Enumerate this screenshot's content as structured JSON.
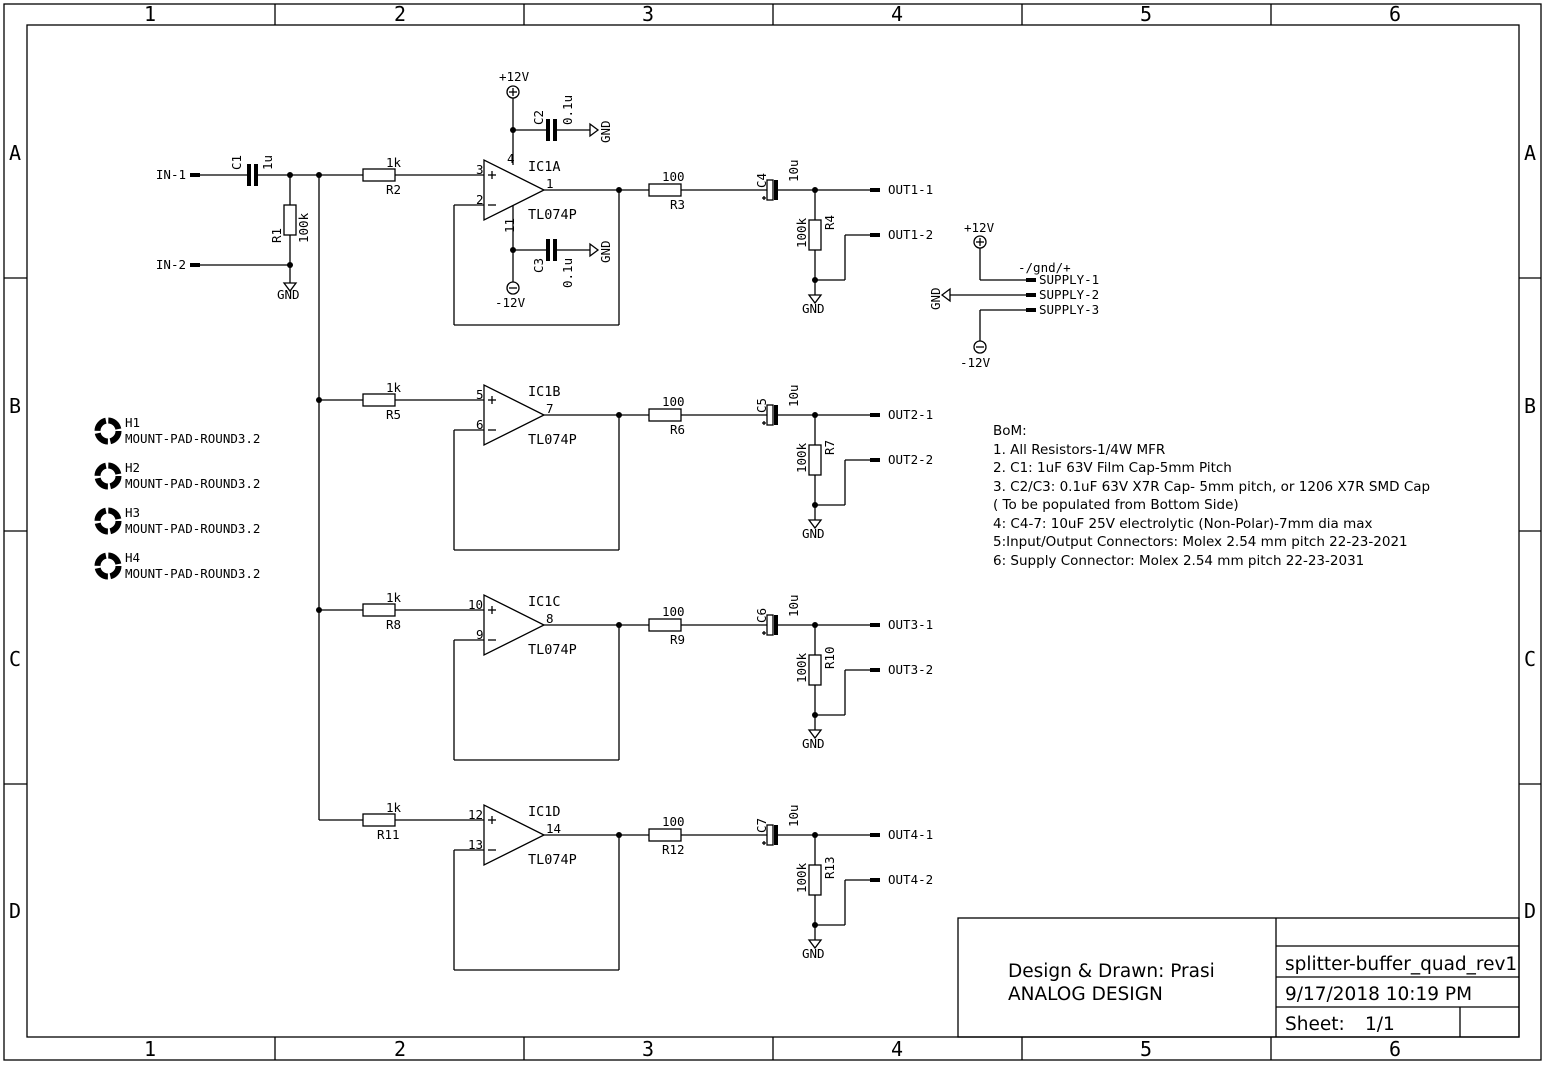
{
  "frame": {
    "col_labels": [
      "1",
      "2",
      "3",
      "4",
      "5",
      "6"
    ],
    "row_labels": [
      "A",
      "B",
      "C",
      "D"
    ]
  },
  "input": {
    "conn1": "IN-1",
    "conn2": "IN-2",
    "c1_name": "C1",
    "c1_value": "1u",
    "r1_name": "R1",
    "r1_value": "100k",
    "gnd": "GND"
  },
  "power": {
    "pos_label": "+12V",
    "neg_label": "-12V",
    "c2_name": "C2",
    "c2_value": "0.1u",
    "c3_name": "C3",
    "c3_value": "0.1u",
    "gnd": "GND",
    "pin_v_pos": "4",
    "pin_v_neg": "11"
  },
  "channels": [
    {
      "rin": "R2",
      "rin_val": "1k",
      "ic": "IC1A",
      "part": "TL074P",
      "pin_p": "3",
      "pin_n": "2",
      "pin_o": "1",
      "rout": "R3",
      "rout_val": "100",
      "cap": "C4",
      "cap_val": "10u",
      "rl": "R4",
      "rl_val": "100k",
      "out1": "OUT1-1",
      "out2": "OUT1-2",
      "gnd": "GND"
    },
    {
      "rin": "R5",
      "rin_val": "1k",
      "ic": "IC1B",
      "part": "TL074P",
      "pin_p": "5",
      "pin_n": "6",
      "pin_o": "7",
      "rout": "R6",
      "rout_val": "100",
      "cap": "C5",
      "cap_val": "10u",
      "rl": "R7",
      "rl_val": "100k",
      "out1": "OUT2-1",
      "out2": "OUT2-2",
      "gnd": "GND"
    },
    {
      "rin": "R8",
      "rin_val": "1k",
      "ic": "IC1C",
      "part": "TL074P",
      "pin_p": "10",
      "pin_n": "9",
      "pin_o": "8",
      "rout": "R9",
      "rout_val": "100",
      "cap": "C6",
      "cap_val": "10u",
      "rl": "R10",
      "rl_val": "100k",
      "out1": "OUT3-1",
      "out2": "OUT3-2",
      "gnd": "GND"
    },
    {
      "rin": "R11",
      "rin_val": "1k",
      "ic": "IC1D",
      "part": "TL074P",
      "pin_p": "12",
      "pin_n": "13",
      "pin_o": "14",
      "rout": "R12",
      "rout_val": "100",
      "cap": "C7",
      "cap_val": "10u",
      "rl": "R13",
      "rl_val": "100k",
      "out1": "OUT4-1",
      "out2": "OUT4-2",
      "gnd": "GND"
    }
  ],
  "supply": {
    "pos_label": "+12V",
    "neg_label": "-12V",
    "gnd_label": "GND",
    "header": "-/gnd/+",
    "pins": [
      "SUPPLY-1",
      "SUPPLY-2",
      "SUPPLY-3"
    ]
  },
  "mount_holes": [
    {
      "name": "H1",
      "pkg": "MOUNT-PAD-ROUND3.2"
    },
    {
      "name": "H2",
      "pkg": "MOUNT-PAD-ROUND3.2"
    },
    {
      "name": "H3",
      "pkg": "MOUNT-PAD-ROUND3.2"
    },
    {
      "name": "H4",
      "pkg": "MOUNT-PAD-ROUND3.2"
    }
  ],
  "bom": {
    "title": "BoM:",
    "lines": [
      "1. All Resistors-1/4W MFR",
      "2. C1: 1uF 63V Film Cap-5mm Pitch",
      "3. C2/C3: 0.1uF 63V X7R Cap- 5mm pitch, or 1206 X7R SMD Cap",
      "( To be populated from Bottom Side)",
      "4: C4-7: 10uF 25V electrolytic (Non-Polar)-7mm dia max",
      "5:Input/Output Connectors: Molex 2.54 mm pitch 22-23-2021",
      "6: Supply Connector: Molex 2.54 mm pitch 22-23-2031"
    ]
  },
  "title_block": {
    "designer": "Design & Drawn: Prasi",
    "company": "ANALOG DESIGN",
    "project": "splitter-buffer_quad_rev1",
    "date": "9/17/2018 10:19 PM",
    "sheet_label": "Sheet:",
    "sheet_value": "1/1"
  }
}
